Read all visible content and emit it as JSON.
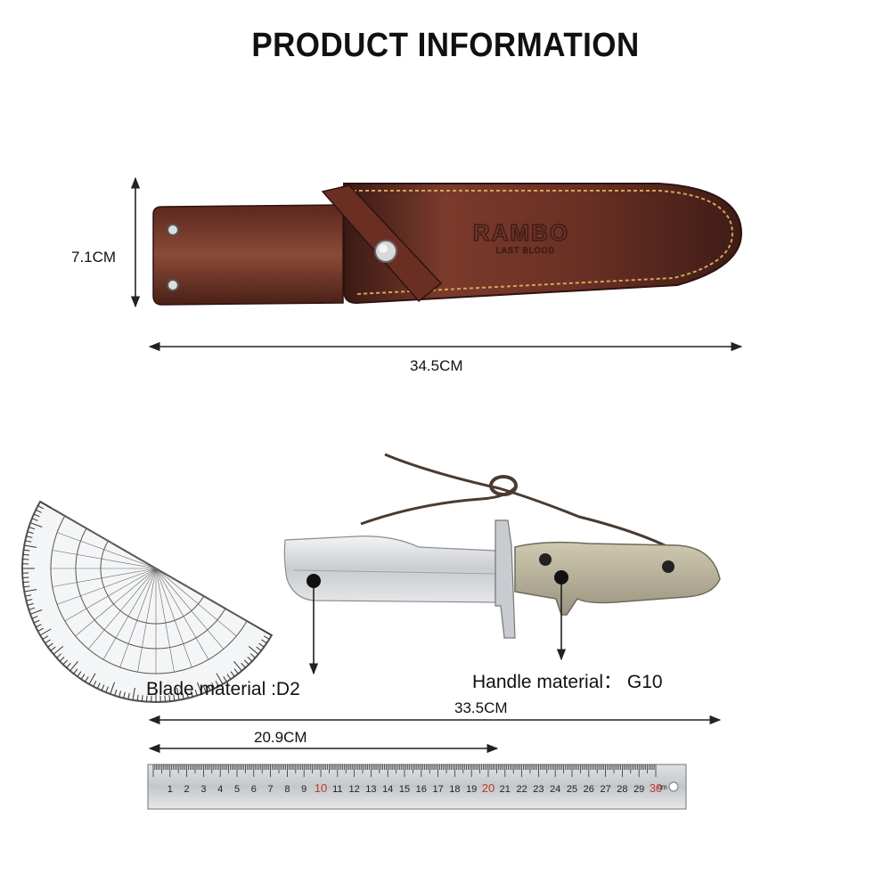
{
  "page": {
    "title": "PRODUCT INFORMATION"
  },
  "sheath": {
    "brand": "RAMBO",
    "sub_brand": "LAST BLOOD",
    "height_label": "7.1CM",
    "length_label": "34.5CM"
  },
  "knife": {
    "blade_material_label": "Blade material :D2",
    "handle_material_label": "Handle material： G10",
    "total_length_label": "33.5CM",
    "blade_length_label": "20.9CM"
  },
  "ruler": {
    "numbers": [
      "1",
      "2",
      "3",
      "4",
      "5",
      "6",
      "7",
      "8",
      "9",
      "10",
      "11",
      "12",
      "13",
      "14",
      "15",
      "16",
      "17",
      "18",
      "19",
      "20",
      "21",
      "22",
      "23",
      "24",
      "25",
      "26",
      "27",
      "28",
      "29",
      "30"
    ],
    "unit": "cm"
  },
  "colors": {
    "leather_dark": "#4a2018",
    "leather_mid": "#7a3a2c",
    "stitch": "#d7a35a",
    "blade": "#d9dcdf",
    "handle": "#b9b39a",
    "arrow": "#222222"
  }
}
